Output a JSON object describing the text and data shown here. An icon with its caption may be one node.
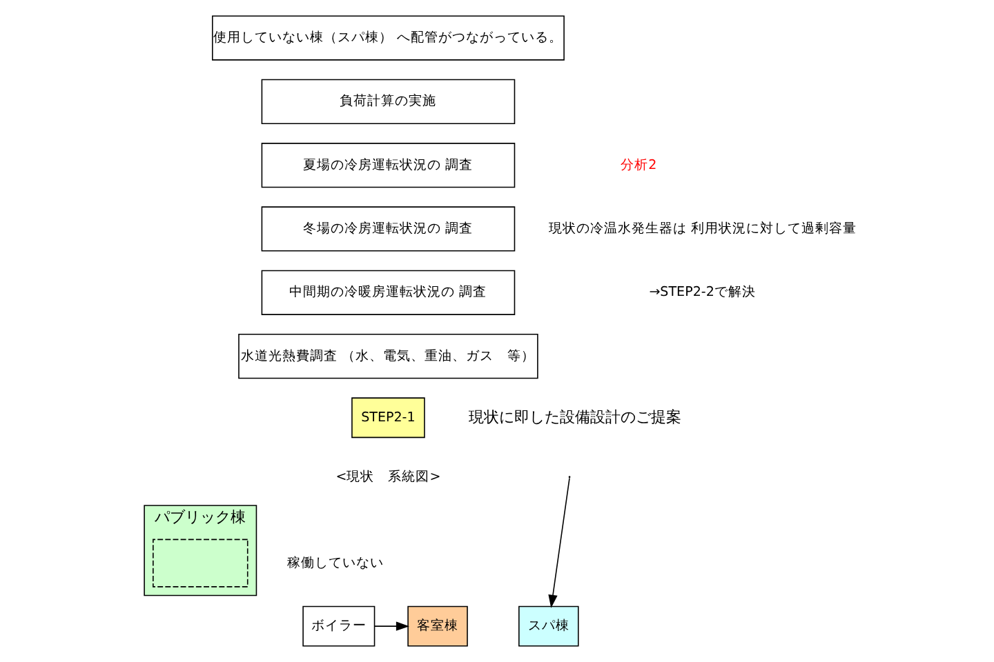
{
  "diagram": {
    "nodes": [
      {
        "text": [
          "使用していない棟（スパ棟） へ配管がつながっている。"
        ]
      },
      {
        "text": [
          "負荷計算の実施"
        ]
      },
      {
        "text": [
          "夏場の冷房運転状況の 調査"
        ]
      },
      {
        "text": [
          "冬場の冷房運転状況の 調査"
        ]
      },
      {
        "text": [
          "中間期の冷暖房運転状況の 調査"
        ]
      },
      {
        "text": [
          "水道光熱費調査 （水、電気、重油、ガス　等）"
        ]
      },
      {
        "text": [
          "STEP2-1"
        ]
      },
      {
        "text": [
          "客室棟"
        ]
      },
      {
        "text": [
          "ボイラー"
        ],
        "beside": [
          "稼働していない"
        ]
      },
      {
        "text": [
          "パブリック棟"
        ]
      },
      {
        "text": [],
        "shape": "box",
        "in": 9
      },
      {
        "text": [
          "スパ棟"
        ]
      }
    ],
    "edges": [
      {
        "from": 8,
        "to": 7,
        "arrow": "to"
      },
      {
        "from": null,
        "to": 11,
        "arrow": "to"
      }
    ],
    "labels": [
      "分析2",
      "現状の冷温水発生器は 利用状況に対して過剰容量",
      "→STEP2-2で解決",
      "現状に即した設備設計のご提案",
      "<現状　系統図>"
    ]
  }
}
